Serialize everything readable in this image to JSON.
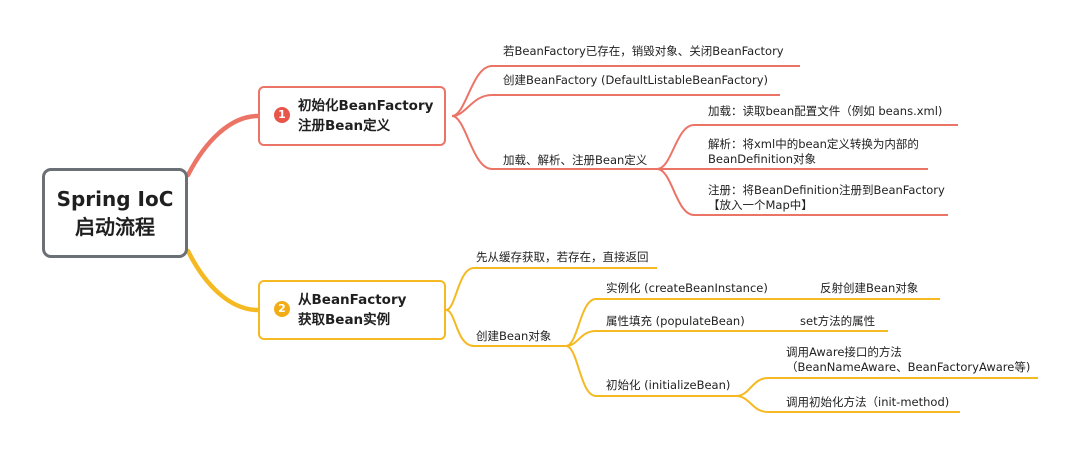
{
  "root": {
    "line1": "Spring IoC",
    "line2": "启动流程"
  },
  "branch1": {
    "number": "1",
    "title_line1": "初始化BeanFactory",
    "title_line2": "注册Bean定义",
    "color": "#ec7467",
    "items": {
      "destroy": "若BeanFactory已存在，销毁对象、关闭BeanFactory",
      "create": "创建BeanFactory (DefaultListableBeanFactory)",
      "load": "加载、解析、注册Bean定义"
    },
    "load_children": {
      "read": "加载：读取bean配置文件（例如 beans.xml)",
      "parse_line1": "解析：将xml中的bean定义转换为内部的",
      "parse_line2": "BeanDefinition对象",
      "register_line1": "注册：将BeanDefinition注册到BeanFactory",
      "register_line2": "【放入一个Map中】"
    }
  },
  "branch2": {
    "number": "2",
    "title_line1": "从BeanFactory",
    "title_line2": "获取Bean实例",
    "color": "#f5b921",
    "items": {
      "cache": "先从缓存获取，若存在，直接返回",
      "create": "创建Bean对象"
    },
    "create_children": {
      "instantiate": "实例化 (createBeanInstance)",
      "instantiate_detail": "反射创建Bean对象",
      "populate": "属性填充 (populateBean)",
      "populate_detail": "set方法的属性",
      "initialize": "初始化 (initializeBean)"
    },
    "init_children": {
      "aware_line1": "调用Aware接口的方法",
      "aware_line2": "（BeanNameAware、BeanFactoryAware等)",
      "init_method": "调用初始化方法（init-method)"
    }
  }
}
